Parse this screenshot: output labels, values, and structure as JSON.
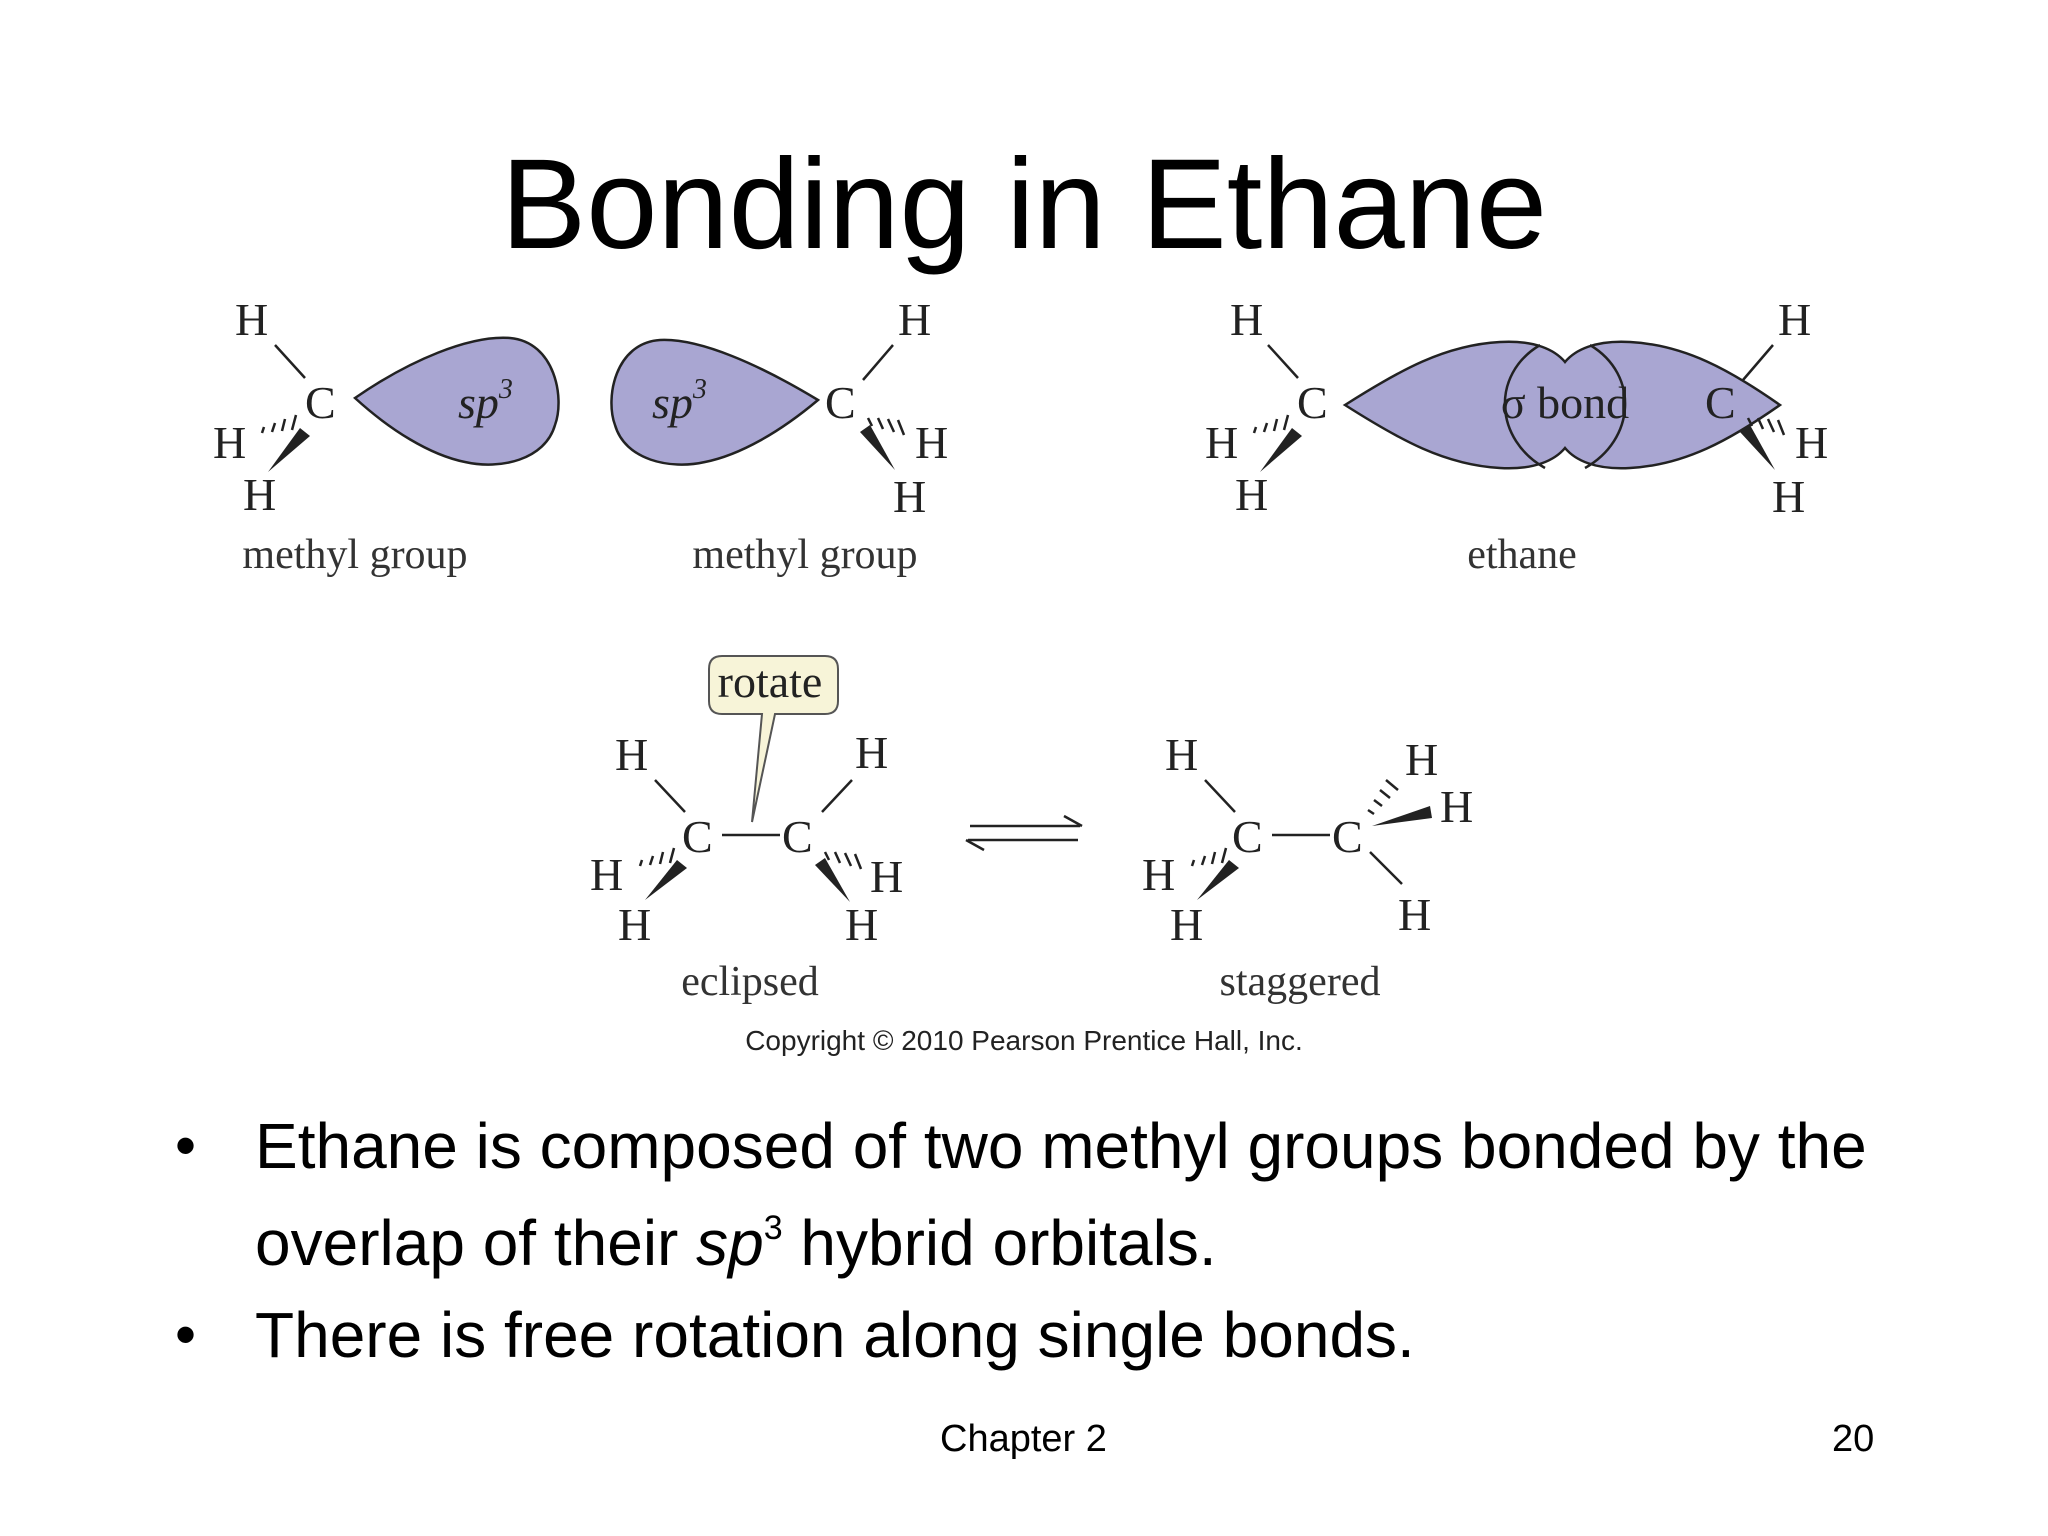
{
  "title": "Bonding in Ethane",
  "figure": {
    "atom_h": "H",
    "atom_c": "C",
    "sp3_label": "sp",
    "sp3_sup": "3",
    "sigma_label": "σ bond",
    "methyl_label_left": "methyl group",
    "methyl_label_right": "methyl group",
    "ethane_label": "ethane",
    "rotate_label": "rotate",
    "eclipsed_label": "eclipsed",
    "staggered_label": "staggered",
    "orbital_color": "#a9a6d2"
  },
  "copyright": "Copyright © 2010 Pearson Prentice Hall, Inc.",
  "bullets": [
    {
      "text_a": "Ethane is composed of two methyl groups bonded by the overlap of their ",
      "italic": "sp",
      "sup": "3",
      "text_b": " hybrid orbitals."
    },
    {
      "text": "There is free rotation along single bonds."
    }
  ],
  "footer": {
    "chapter": "Chapter 2",
    "page": "20"
  }
}
